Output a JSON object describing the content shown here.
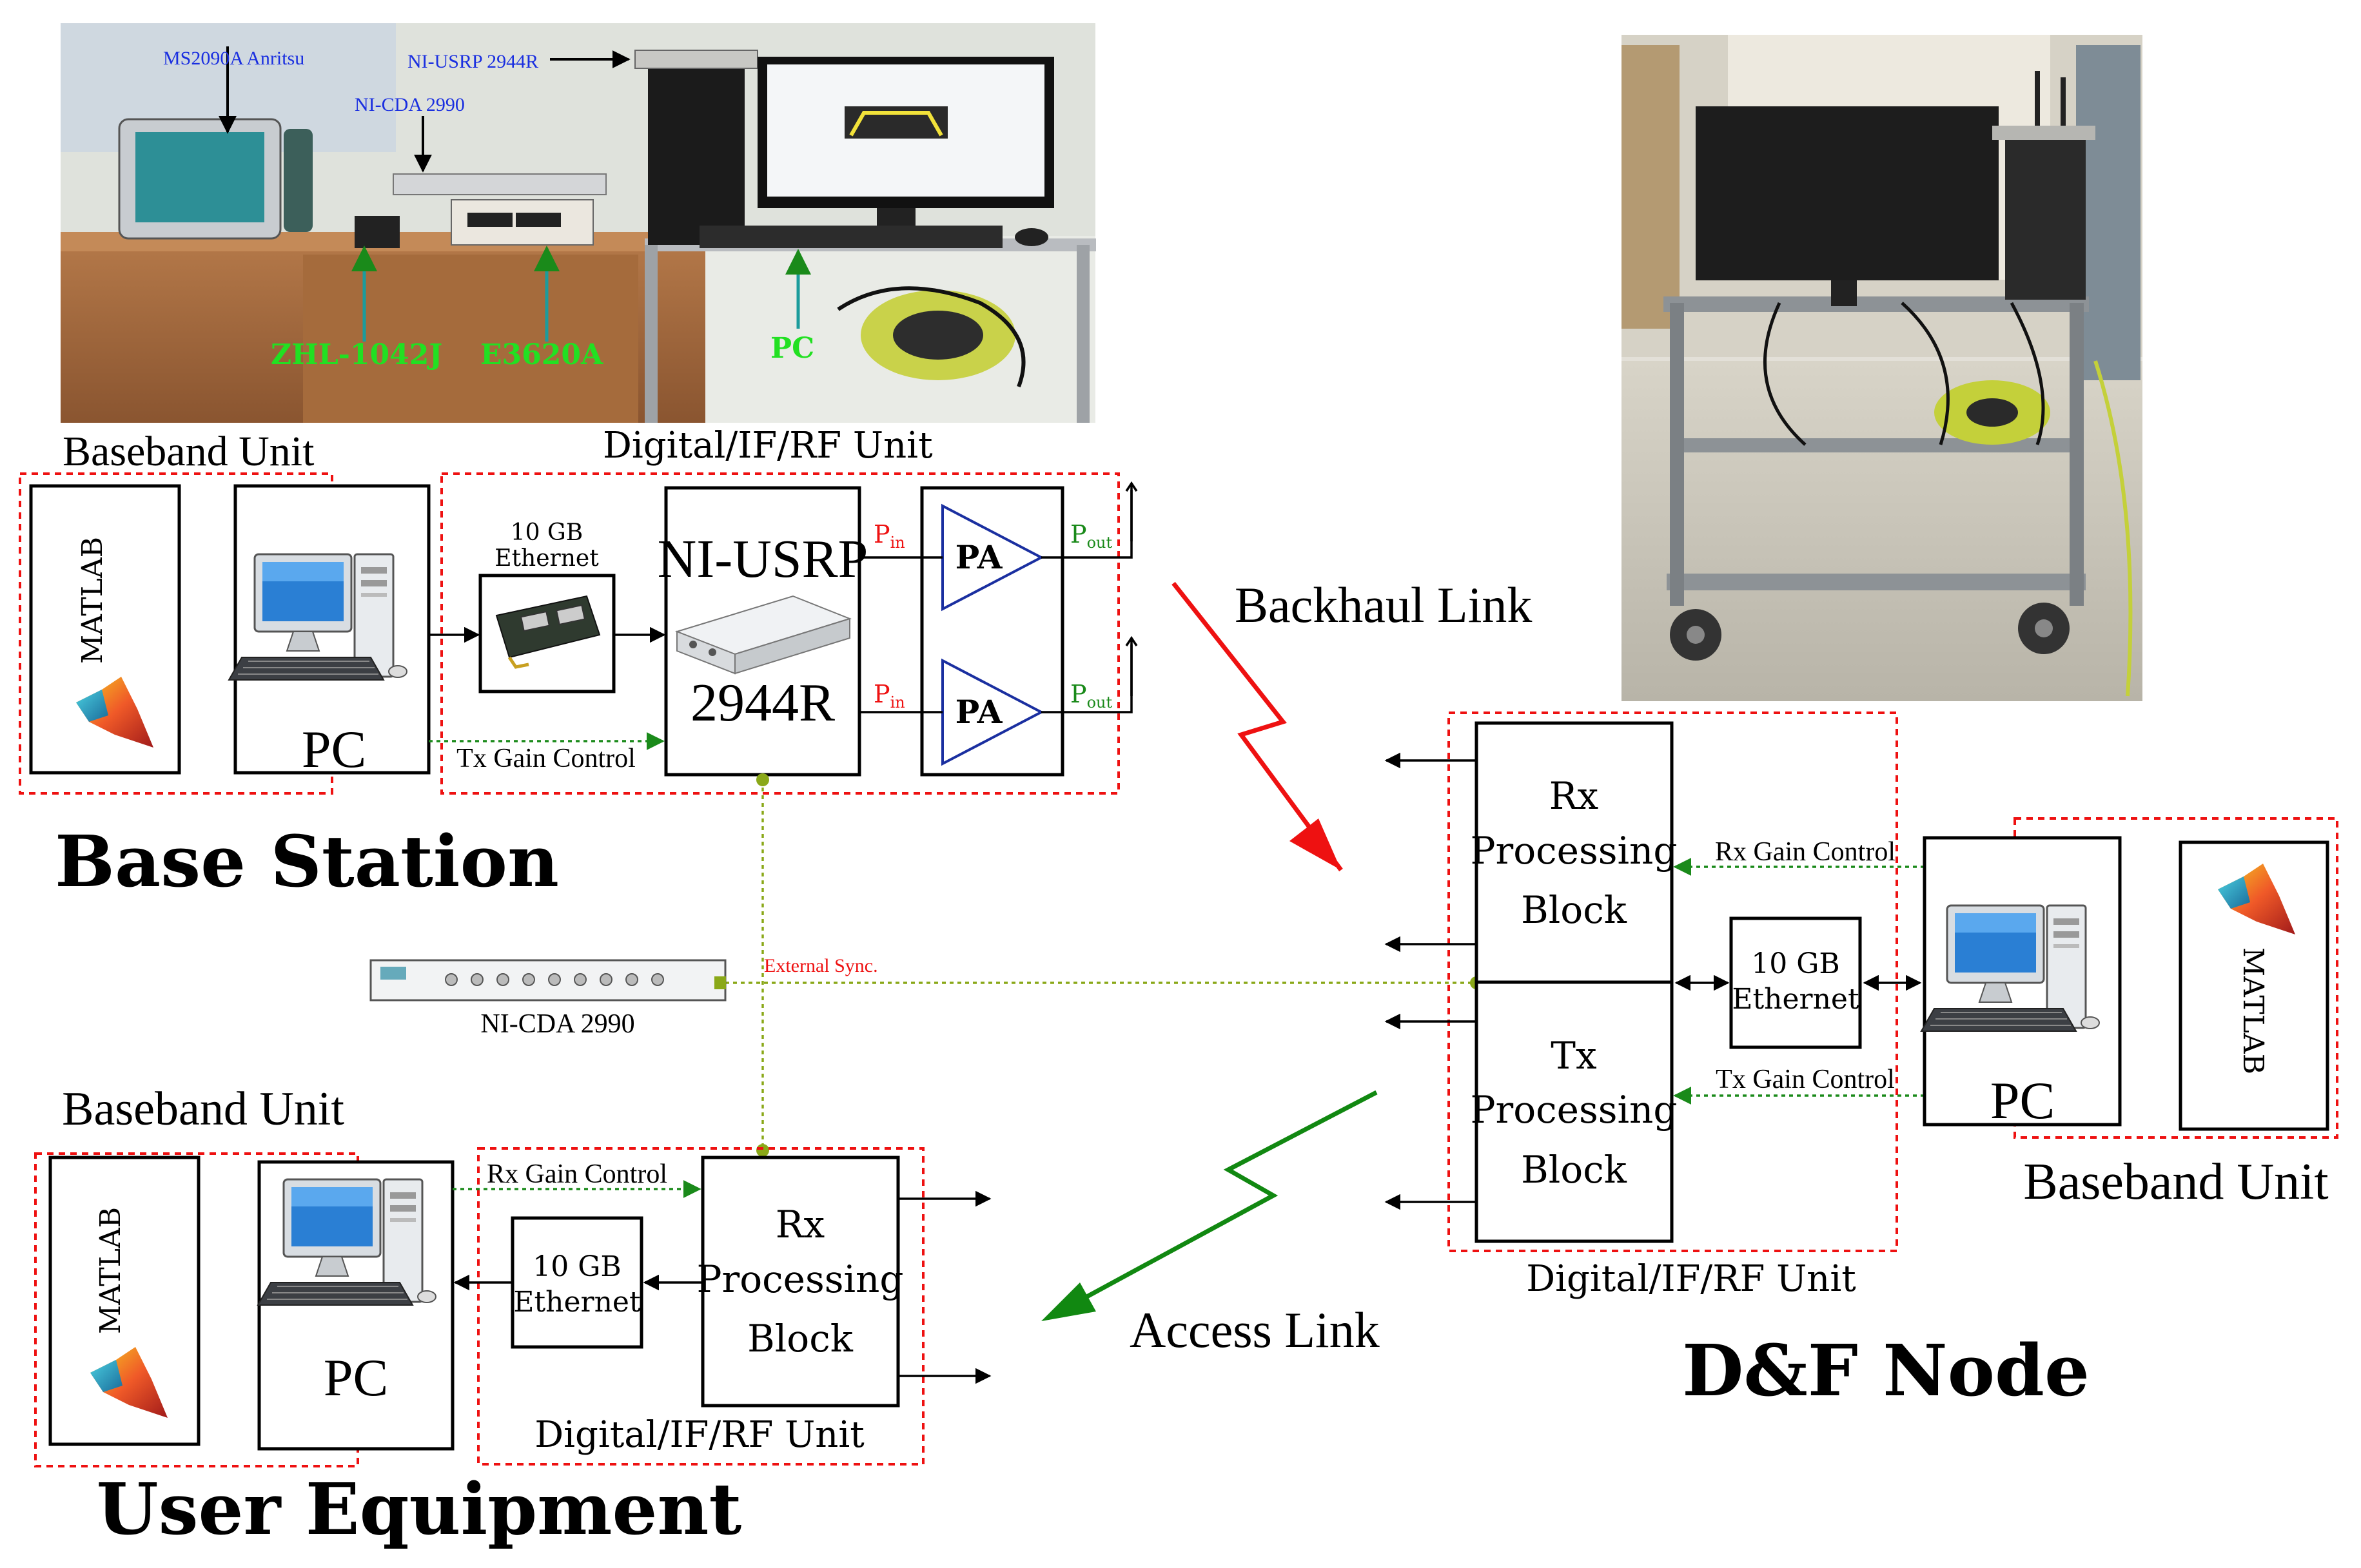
{
  "photo_left_labels": {
    "ms2090a": "MS2090A Anritsu",
    "usrp": "NI-USRP 2944R",
    "cda": "NI-CDA 2990",
    "zhl": "ZHL-1042J",
    "e3620a": "E3620A",
    "pc": "PC"
  },
  "base_station": {
    "title": "Base Station",
    "baseband_label": "Baseband Unit",
    "rf_label": "Digital/IF/RF Unit",
    "matlab": "MATLAB",
    "pc": "PC",
    "eth_line1": "10 GB",
    "eth_line2": "Ethernet",
    "usrp_top": "NI-USRP",
    "usrp_bottom": "2944R",
    "pa": "PA",
    "pin": "P",
    "pin_sub": "in",
    "pout": "P",
    "pout_sub": "out",
    "tx_gain": "Tx Gain Control"
  },
  "sync": {
    "device": "NI-CDA 2990",
    "label": "External Sync."
  },
  "links": {
    "backhaul": "Backhaul Link",
    "access": "Access Link"
  },
  "df_node": {
    "title": "D&F Node",
    "rx_l1": "Rx",
    "rx_l2": "Processing",
    "rx_l3": "Block",
    "tx_l1": "Tx",
    "tx_l2": "Processing",
    "tx_l3": "Block",
    "eth_line1": "10 GB",
    "eth_line2": "Ethernet",
    "rx_gain": "Rx Gain Control",
    "tx_gain": "Tx Gain Control",
    "pc": "PC",
    "matlab": "MATLAB",
    "baseband_label": "Baseband Unit",
    "rf_label": "Digital/IF/RF Unit"
  },
  "ue": {
    "title": "User Equipment",
    "baseband_label": "Baseband Unit",
    "rf_label": "Digital/IF/RF Unit",
    "matlab": "MATLAB",
    "pc": "PC",
    "eth_line1": "10 GB",
    "eth_line2": "Ethernet",
    "rx_l1": "Rx",
    "rx_l2": "Processing",
    "rx_l3": "Block",
    "rx_gain": "Rx Gain Control"
  },
  "colors": {
    "accent_red": "#e11111",
    "accent_green": "#1a8a1a",
    "sync_green": "#8aa818",
    "photo_label_blue": "#1a2fe0",
    "photo_label_green": "#22e022"
  }
}
